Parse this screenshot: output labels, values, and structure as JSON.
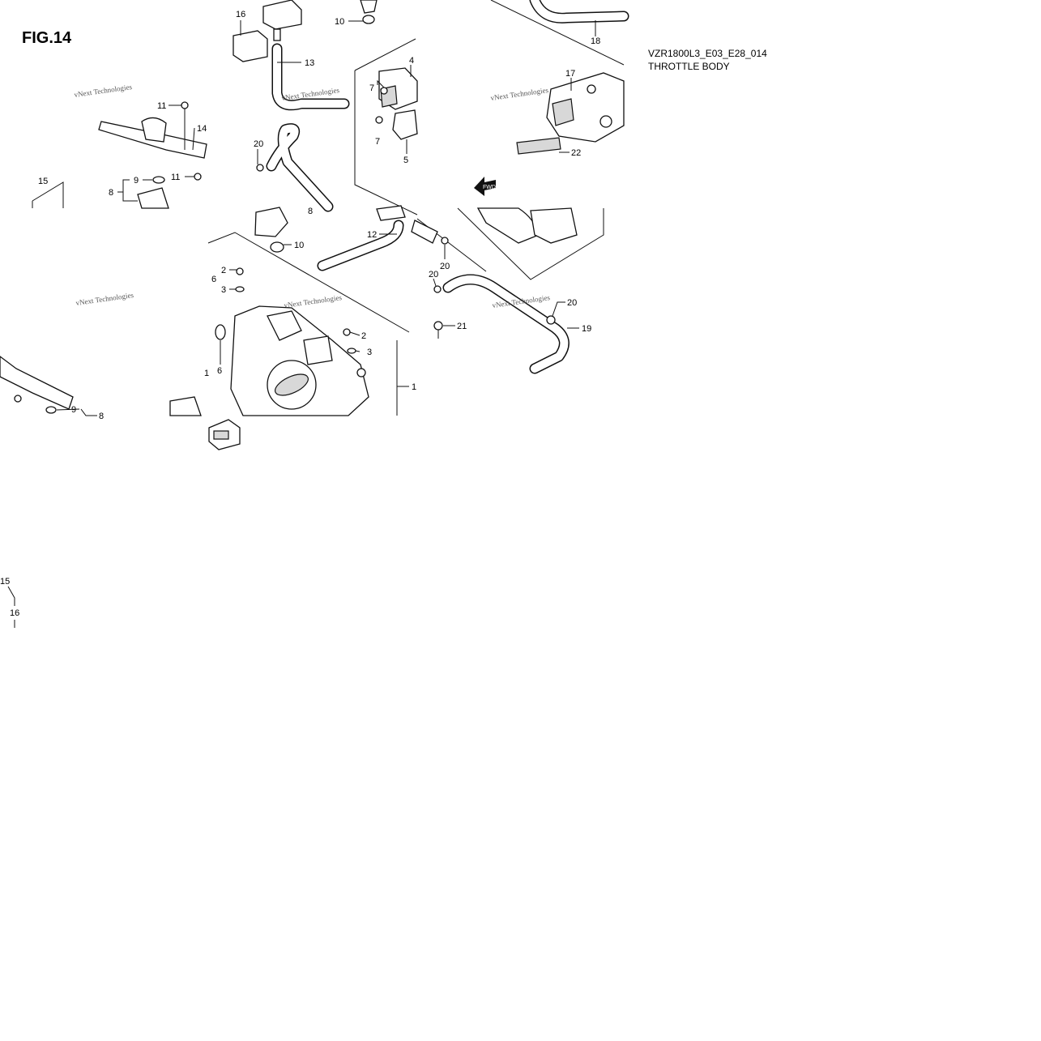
{
  "figure": {
    "label": "FIG.14",
    "code": "VZR1800L3_E03_E28_014",
    "title": "THROTTLE BODY"
  },
  "watermark": "vNext Technologies",
  "callouts": [
    {
      "id": "c16a",
      "text": "16"
    },
    {
      "id": "c10a",
      "text": "10"
    },
    {
      "id": "c18",
      "text": "18"
    },
    {
      "id": "c13",
      "text": "13"
    },
    {
      "id": "c4",
      "text": "4"
    },
    {
      "id": "c7a",
      "text": "7"
    },
    {
      "id": "c17",
      "text": "17"
    },
    {
      "id": "c11a",
      "text": "11"
    },
    {
      "id": "c14",
      "text": "14"
    },
    {
      "id": "c7b",
      "text": "7"
    },
    {
      "id": "c5",
      "text": "5"
    },
    {
      "id": "c20a",
      "text": "20"
    },
    {
      "id": "c22",
      "text": "22"
    },
    {
      "id": "c9a",
      "text": "9"
    },
    {
      "id": "c11b",
      "text": "11"
    },
    {
      "id": "c15a",
      "text": "15"
    },
    {
      "id": "c8a",
      "text": "8"
    },
    {
      "id": "c8b",
      "text": "8"
    },
    {
      "id": "c10b",
      "text": "10"
    },
    {
      "id": "c12",
      "text": "12"
    },
    {
      "id": "c20b",
      "text": "20"
    },
    {
      "id": "c2a",
      "text": "2"
    },
    {
      "id": "c6a",
      "text": "6"
    },
    {
      "id": "c20c",
      "text": "20"
    },
    {
      "id": "c3a",
      "text": "3"
    },
    {
      "id": "c20d",
      "text": "20"
    },
    {
      "id": "c19",
      "text": "19"
    },
    {
      "id": "c21",
      "text": "21"
    },
    {
      "id": "c2b",
      "text": "2"
    },
    {
      "id": "c3b",
      "text": "3"
    },
    {
      "id": "c6b",
      "text": "6"
    },
    {
      "id": "c1a",
      "text": "1"
    },
    {
      "id": "c1b",
      "text": "1"
    },
    {
      "id": "c9b",
      "text": "9"
    },
    {
      "id": "c8c",
      "text": "8"
    },
    {
      "id": "c15b",
      "text": "15"
    },
    {
      "id": "c16b",
      "text": "16"
    }
  ],
  "fwd_label": "FWD"
}
